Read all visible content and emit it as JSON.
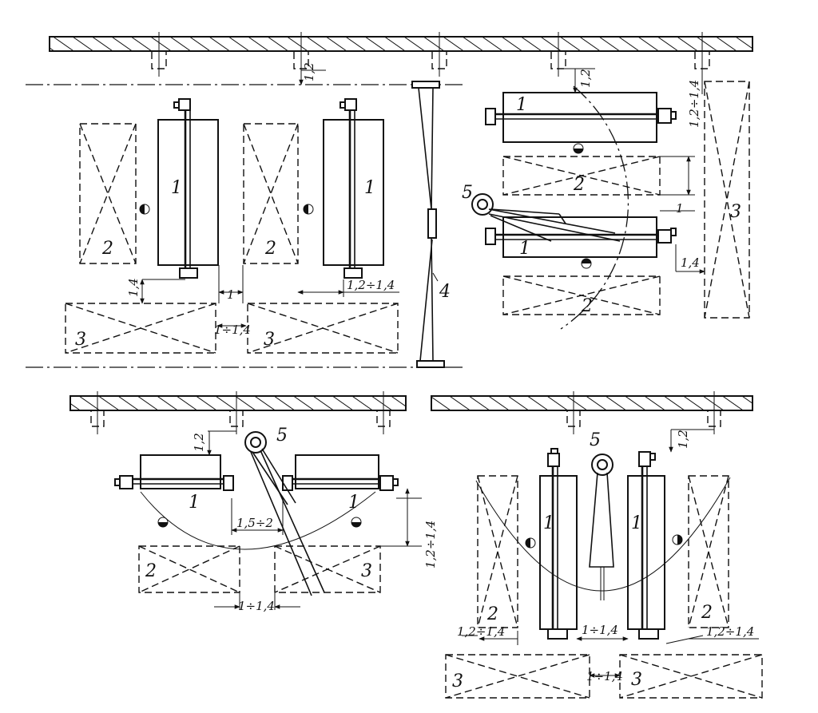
{
  "labels": {
    "machine": "1",
    "work_area": "2",
    "storage_area": "3",
    "partition": "4",
    "crane": "5"
  },
  "dimensions": {
    "d_1": "1",
    "d_1_2": "1,2",
    "d_1_4": "1,4",
    "d_1_2_to_1_4": "1,2÷1,4",
    "d_1_to_1_4": "1÷1,4",
    "d_1_5_to_2": "1,5÷2"
  }
}
